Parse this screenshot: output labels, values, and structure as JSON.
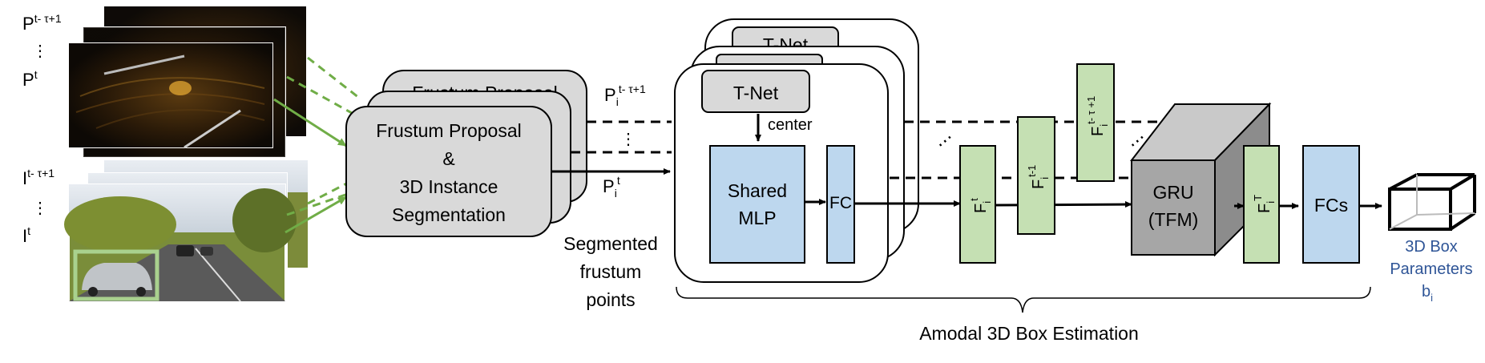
{
  "colors": {
    "arrow_green": "#70ad47",
    "feature_green": "#c5e0b3",
    "mlp_blue": "#bdd7ee",
    "box_gray": "#d9d9d9",
    "gru_gray": "#a6a6a6",
    "output_blue": "#2f5597"
  },
  "inputs": {
    "p_first": "P",
    "p_first_sup": "t- τ+1",
    "p_dots": "⋮",
    "p_last": "P",
    "p_last_sup": "t",
    "i_first": "I",
    "i_first_sup": "t- τ+1",
    "i_dots": "⋮",
    "i_last": "I",
    "i_last_sup": "t"
  },
  "frustum": {
    "back_label": "Frustum Proposal",
    "line1": "Frustum Proposal",
    "line2": "&",
    "line3": "3D Instance",
    "line4": "Segmentation"
  },
  "points": {
    "top_base": "P",
    "top_sub": "i",
    "top_sup": "t- τ+1",
    "dots": "⋮",
    "bottom_base": "P",
    "bottom_sub": "i",
    "bottom_sup": "t",
    "caption1": "Segmented",
    "caption2": "frustum",
    "caption3": "points"
  },
  "pointnet": {
    "tnet_back": "T-Net",
    "tnet": "T-Net",
    "center": "center",
    "mlp1": "Shared",
    "mlp2": "MLP",
    "fc": "FC",
    "dots": "⋯"
  },
  "features": {
    "f_t": {
      "base": "F",
      "sub": "i",
      "sup": "t"
    },
    "f_t1": {
      "base": "F",
      "sub": "i",
      "sup": "t-1"
    },
    "f_tt": {
      "base": "F",
      "sub": "i",
      "sup": "t- τ +1"
    },
    "f_T": {
      "base": "F",
      "sub": "i",
      "sup": "T"
    },
    "dots": "⋯"
  },
  "gru": {
    "line1": "GRU",
    "line2": "(TFM)"
  },
  "fcs": "FCs",
  "output": {
    "line1": "3D Box",
    "line2": "Parameters",
    "line3_base": "b",
    "line3_sub": "i"
  },
  "brace_label": "Amodal 3D Box Estimation"
}
